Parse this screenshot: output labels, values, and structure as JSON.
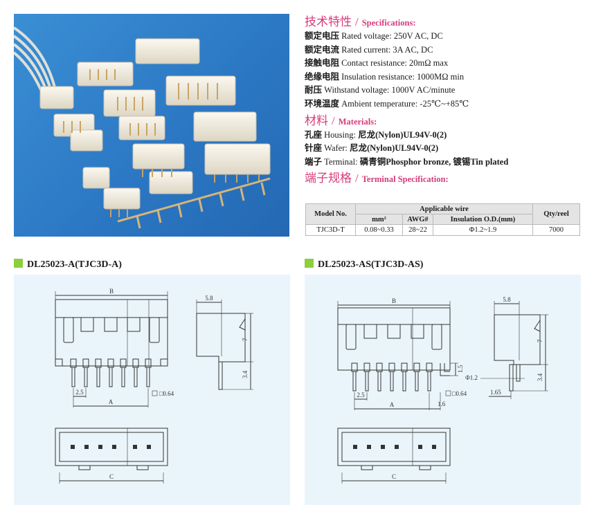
{
  "specifications": {
    "title_cn": "技术特性",
    "title_en": "Specifications:",
    "rows": [
      {
        "cn": "额定电压",
        "en": "Rated voltage:",
        "value": "250V AC, DC"
      },
      {
        "cn": "额定电流",
        "en": "Rated current:",
        "value": "3A AC, DC"
      },
      {
        "cn": "接触电阻",
        "en": "Contact resistance:",
        "value": "20mΩ max"
      },
      {
        "cn": "绝缘电阻",
        "en": "Insulation resistance:",
        "value": "1000MΩ min"
      },
      {
        "cn": "耐压",
        "en": "Withstand voltage:",
        "value": "1000V AC/minute"
      },
      {
        "cn": "环境温度",
        "en": "Ambient temperature:",
        "value": "-25℃~+85℃"
      }
    ]
  },
  "materials": {
    "title_cn": "材料",
    "title_en": "Materials:",
    "rows": [
      {
        "cn": "孔座",
        "en": "Housing:",
        "value": "尼龙(Nylon)UL94V-0(2)"
      },
      {
        "cn": "针座",
        "en": "Wafer:",
        "value": "尼龙(Nylon)UL94V-0(2)"
      },
      {
        "cn": "端子",
        "en": "Terminal:",
        "value": "磷青铜Phosphor bronze, 镀锡Tin plated"
      }
    ]
  },
  "terminal_spec": {
    "title_cn": "端子规格",
    "title_en": "Terminal Specification:",
    "headers": {
      "model": "Model No.",
      "applicable": "Applicable wire",
      "qty": "Qty/reel",
      "mm": "mm²",
      "awg": "AWG#",
      "od": "Insulation O.D.(mm)"
    },
    "row": {
      "model": "TJC3D-T",
      "mm": "0.08~0.33",
      "awg": "28~22",
      "od": "Φ1.2~1.9",
      "qty": "7000"
    }
  },
  "drawings": {
    "left": {
      "title": "DL25023-A(TJC3D-A)",
      "labels": {
        "b": "B",
        "width": "5.8",
        "height": "7",
        "pin_len": "3.4",
        "pitch": "2.5",
        "a": "A",
        "pin_size": "□0.64",
        "c": "C"
      }
    },
    "right": {
      "title": "DL25023-AS(TJC3D-AS)",
      "labels": {
        "b": "B",
        "width": "5.8",
        "height": "7",
        "pin_len": "3.4",
        "pitch": "2.5",
        "a": "A",
        "pin_size": "□0.64",
        "c": "C",
        "offset": "1.5",
        "spacing": "1.6",
        "hole_dia": "Φ1.2",
        "hole_pos": "1.65"
      }
    }
  },
  "colors": {
    "accent": "#d63c7a",
    "bullet": "#8ccf3e",
    "photo_bg": "#2c78c4",
    "panel_bg": "#eaf5fb"
  }
}
